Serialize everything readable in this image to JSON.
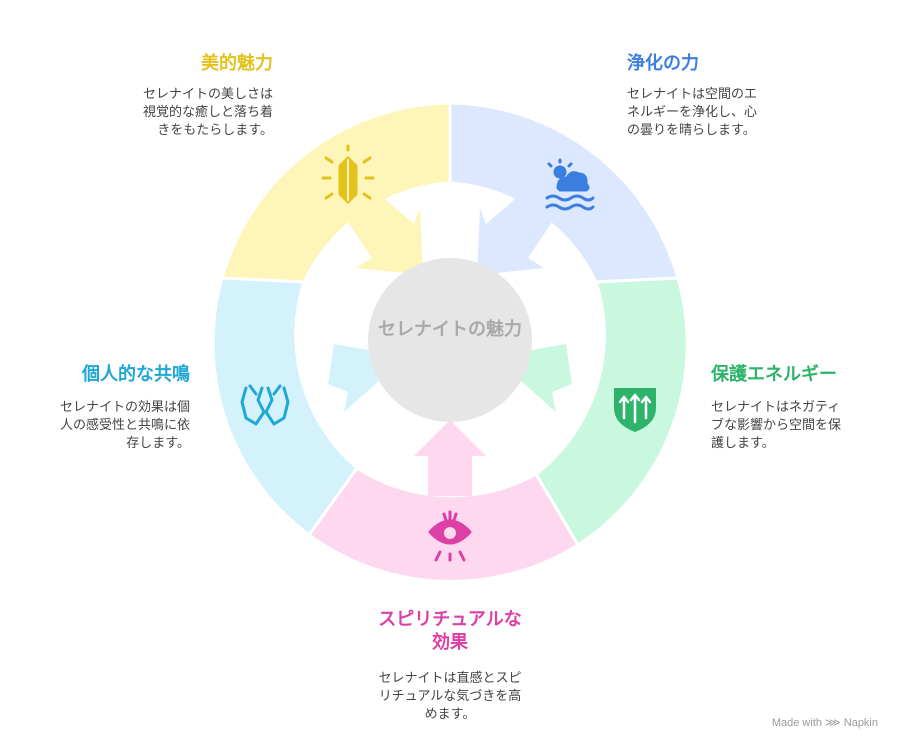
{
  "center": {
    "label": "セレナイトの魅力"
  },
  "segments": [
    {
      "id": "beauty",
      "title": "美的魅力",
      "description": "セレナイトの美しさは視覚的な癒しと落ち着きをもたらします。",
      "fill": "#FEF6B8",
      "accent": "#E3C21E",
      "icon": "crystal-sparkle-icon"
    },
    {
      "id": "purify",
      "title": "浄化の力",
      "description": "セレナイトは空間のエネルギーを浄化し、心の曇りを晴らします。",
      "fill": "#DCE8FD",
      "accent": "#3C7FE0",
      "icon": "cloud-sun-waves-icon"
    },
    {
      "id": "protect",
      "title": "保護エネルギー",
      "description": "セレナイトはネガティブな影響から空間を保護します。",
      "fill": "#C9F7E0",
      "accent": "#2EB36B",
      "icon": "shield-arrows-icon"
    },
    {
      "id": "spiritual",
      "title": "スピリチュアルな効果",
      "description": "セレナイトは直感とスピリチュアルな気づきを高めます。",
      "fill": "#FDD8EF",
      "accent": "#DC3FA5",
      "icon": "third-eye-icon"
    },
    {
      "id": "personal",
      "title": "個人的な共鳴",
      "description": "セレナイトの効果は個人の感受性と共鳴に依存します。",
      "fill": "#D3F2FB",
      "accent": "#1FA7D6",
      "icon": "hands-icon"
    }
  ],
  "watermark": "Made with ⋙ Napkin"
}
